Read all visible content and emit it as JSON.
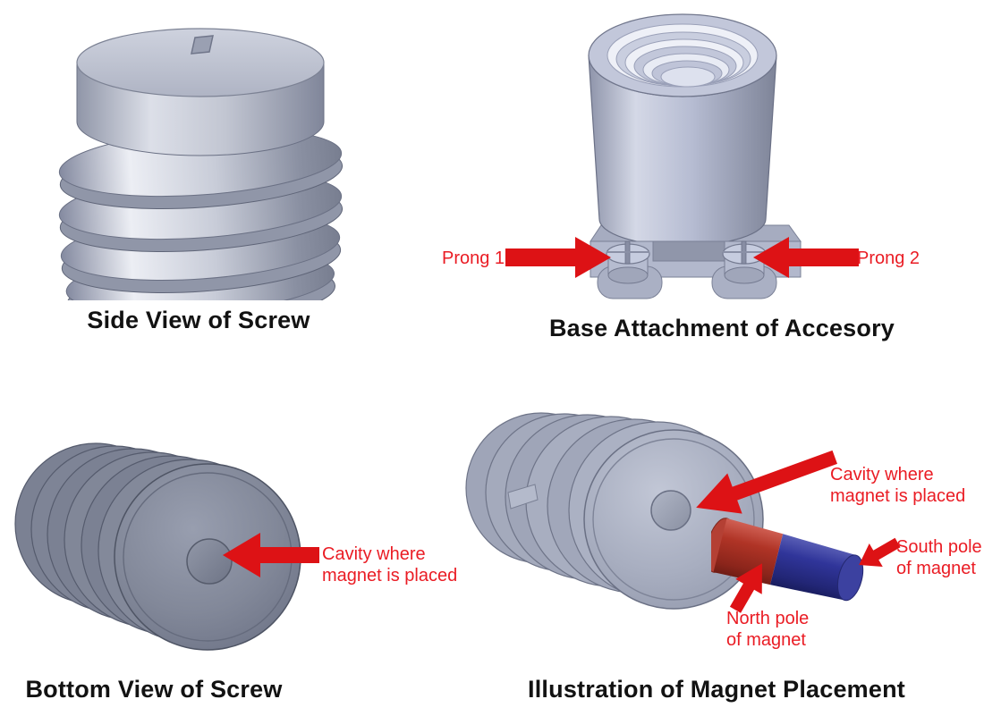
{
  "colors": {
    "arrow_red": "#DD1215",
    "label_red": "#EA1C24",
    "caption_color": "#121212",
    "background": "#FFFFFF",
    "magnet_north_red": "#B03426",
    "magnet_south_blue": "#30359A",
    "metal_light_gray": "#C6CAD6",
    "metal_periwinkle": "#B6BCD2",
    "metal_dark_gray": "#7E8496"
  },
  "figures": {
    "side_view": {
      "caption": "Side View of Screw"
    },
    "base_attachment": {
      "caption": "Base Attachment of Accesory",
      "prong1_label": "Prong 1",
      "prong2_label": "Prong 2"
    },
    "bottom_view": {
      "caption": "Bottom View of Screw",
      "cavity_label": "Cavity where\nmagnet is placed"
    },
    "magnet_placement": {
      "caption": "Illustration of Magnet Placement",
      "cavity_label": "Cavity where\nmagnet is placed",
      "south_pole_label": "South pole\nof magnet",
      "north_pole_label": "North pole\nof magnet"
    }
  }
}
